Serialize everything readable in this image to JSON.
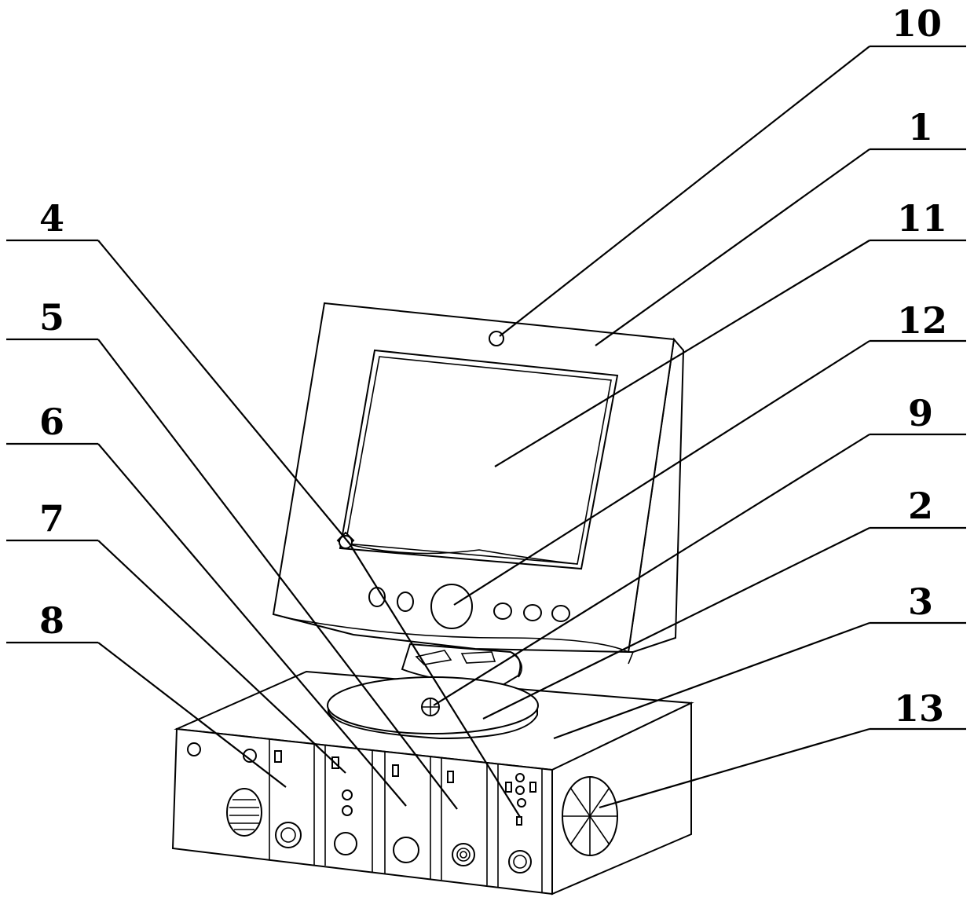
{
  "labels": [
    {
      "key": "l10",
      "text": "10"
    },
    {
      "key": "l1",
      "text": "1"
    },
    {
      "key": "l11",
      "text": "11"
    },
    {
      "key": "l4",
      "text": "4"
    },
    {
      "key": "l12",
      "text": "12"
    },
    {
      "key": "l5",
      "text": "5"
    },
    {
      "key": "l9",
      "text": "9"
    },
    {
      "key": "l6",
      "text": "6"
    },
    {
      "key": "l2",
      "text": "2"
    },
    {
      "key": "l7",
      "text": "7"
    },
    {
      "key": "l3",
      "text": "3"
    },
    {
      "key": "l8",
      "text": "8"
    },
    {
      "key": "l13",
      "text": "13"
    }
  ]
}
